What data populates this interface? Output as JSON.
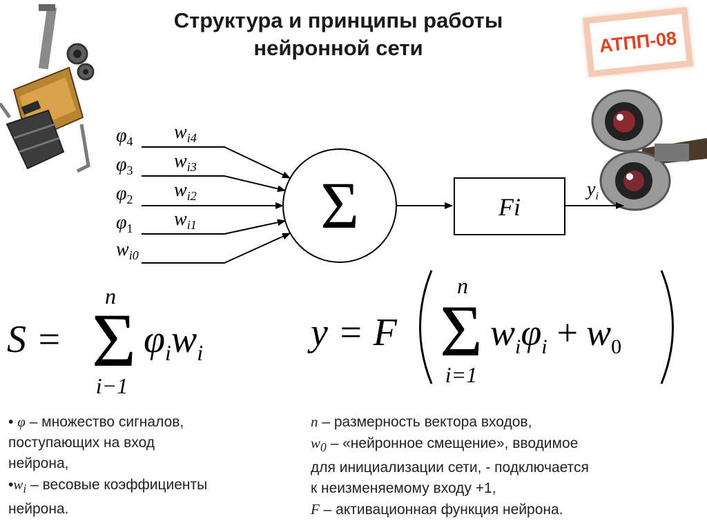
{
  "title": {
    "line1": "Структура и принципы работы",
    "line2": "нейронной сети"
  },
  "badge": "АТПП-08",
  "diagram": {
    "inputs": [
      {
        "phi_sub": "4",
        "weight_sub": "i4"
      },
      {
        "phi_sub": "3",
        "weight_sub": "i3"
      },
      {
        "phi_sub": "2",
        "weight_sub": "i2"
      },
      {
        "phi_sub": "1",
        "weight_sub": "i1"
      }
    ],
    "bias_label": "w",
    "bias_sub": "i0",
    "phi_symbol": "φ",
    "weight_symbol": "w",
    "sum_symbol": "Σ",
    "function_label": "Fi",
    "output_label": "y",
    "output_sub": "i"
  },
  "formula_left": {
    "lhs": "S =",
    "upper": "n",
    "lower": "i−1",
    "sigma": "Σ",
    "body_phi": "φ",
    "body_w": "w",
    "sub": "i"
  },
  "formula_right": {
    "lhs": "y = F",
    "upper": "n",
    "lower": "i=1",
    "sigma": "Σ",
    "body_w": "w",
    "body_phi": "φ",
    "sub": "i",
    "plus": "+",
    "tail": "w",
    "tail_sub": "0"
  },
  "notes_left": {
    "l1_bullet": "• ",
    "l1_sym": "φ",
    "l1_text": " – множество сигналов,",
    "l2": "поступающих на вход",
    "l3": "нейрона,",
    "l4_bullet": "•",
    "l4_sym": "w",
    "l4_sub": "i",
    "l4_text": " – весовые коэффициенты",
    "l5": "нейрона."
  },
  "notes_right": {
    "l1_sym": "n",
    "l1_text": " – размерность вектора входов,",
    "l2_sym": "w",
    "l2_sub": "0",
    "l2_text": " – «нейронное смещение», вводимое",
    "l3": "для инициализации сети, - подключается",
    "l4": "к неизменяемому входу +1,",
    "l5_sym": "F",
    "l5_text": " – активационная функция нейрона."
  }
}
